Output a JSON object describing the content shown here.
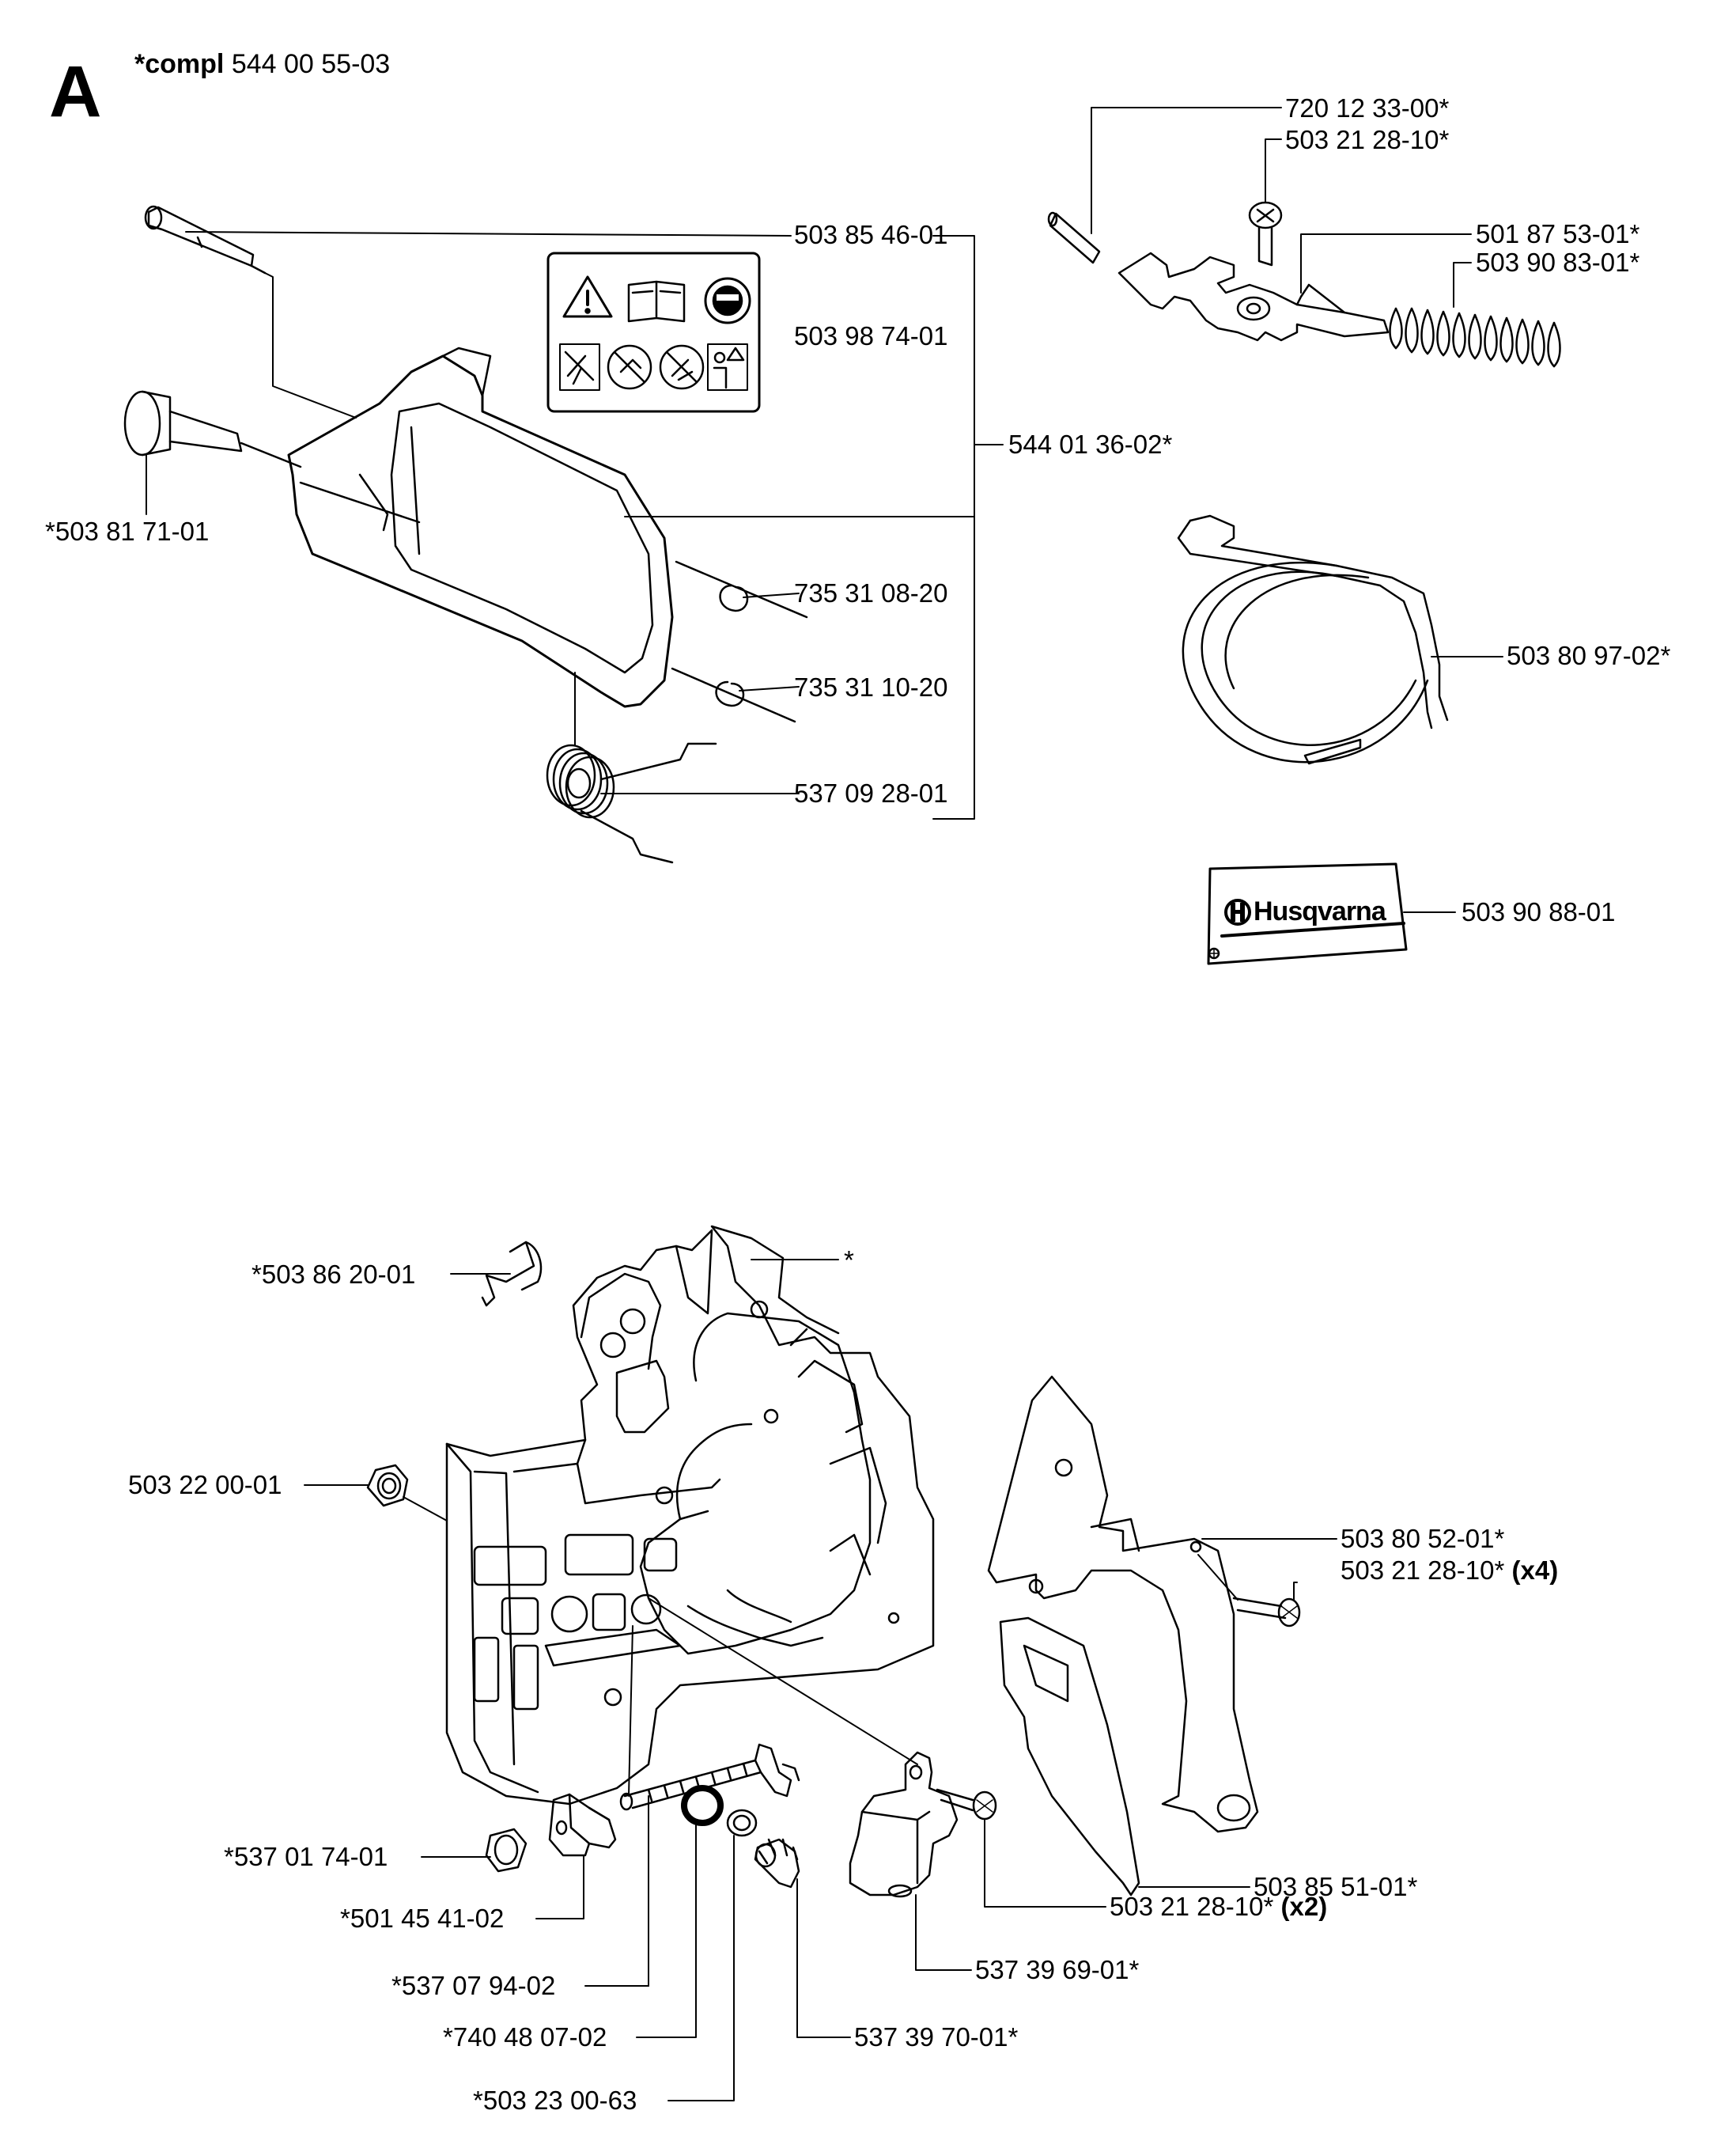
{
  "header": {
    "section_letter": "A",
    "compl_prefix": "*compl",
    "compl_number": "544 00 55-03"
  },
  "parts": {
    "handle_bolt": "503 85 46-01",
    "decal_safety": "503 98 74-01",
    "handguard_assembly": "544 01 36-02*",
    "handle_pin": "*503 81 71-01",
    "washer_1": "735 31 08-20",
    "washer_2": "735 31 10-20",
    "torsion_spring": "537 09 28-01",
    "pin": "720 12 33-00*",
    "screw_top": "503 21 28-10*",
    "brake_lever": "501 87 53-01*",
    "brake_spring": "503 90 83-01*",
    "brake_band": "503 80 97-02*",
    "logo_decal": "503 90 88-01",
    "spike_clip": "*503 86 20-01",
    "cover_star": "*",
    "bar_nut": "503 22 00-01",
    "cover_plate": "503 80 52-01*",
    "cover_screw": "503 21 28-10*",
    "cover_screw_qty": "(x4)",
    "adjuster_nut": "*537 01 74-01",
    "adjuster_block": "*501 45 41-02",
    "adjuster_screw": "*537 07 94-02",
    "o_ring": "*740 48 07-02",
    "washer_ring": "*503 23 00-63",
    "chain_guide": "503 85 51-01*",
    "guide_screw": "503 21 28-10*",
    "guide_screw_qty": "(x2)",
    "catcher": "537 39 69-01*",
    "drive_gear": "537 39 70-01*"
  },
  "logo": {
    "brand": "Husqvarna"
  },
  "icons": [
    "warning-triangle-icon",
    "manual-book-icon",
    "ear-protection-icon",
    "kickback-hazard-icon",
    "no-one-hand-icon",
    "no-single-hand-grip-icon",
    "protective-gear-icon"
  ]
}
